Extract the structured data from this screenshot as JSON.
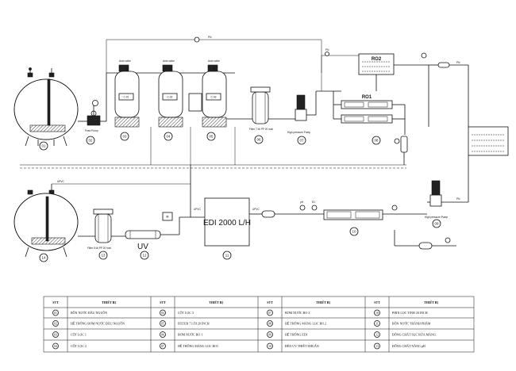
{
  "equipment_numbers": [
    "01",
    "02",
    "03",
    "04",
    "05",
    "06",
    "07",
    "08",
    "09",
    "10",
    "11",
    "12",
    "13",
    "14"
  ],
  "vessel_tags": {
    "col1": "C-01",
    "col2": "C-02",
    "col3": "C-03"
  },
  "labels": {
    "auto_valve": "Auto valve",
    "feed_pump": "Feed Pump",
    "filter_top": "Filter 7 lõi PP 20 inch",
    "filter_bottom": "Filter 5 lõi PP 20 inch",
    "hp_pump": "High pressure Pump",
    "uv": "UV",
    "edi": "EDI 2000 L/H",
    "r": "R",
    "ph": "pH",
    "ec": "EC",
    "upvc": "UPVC",
    "ro1": "RO1",
    "ro2": "RO2",
    "pn": "PN"
  },
  "table": {
    "col_stt": "STT",
    "col_device": "THIẾT BỊ",
    "rows": [
      [
        {
          "no": "01",
          "text": "BỒN NƯỚC ĐẦU NGUỒN"
        },
        {
          "no": "04",
          "text": "CỘT LỌC 3"
        },
        {
          "no": "07",
          "text": "BƠM NƯỚC RO 2"
        },
        {
          "no": "10",
          "text": "PHIN LỌC TINH 20 INCH"
        }
      ],
      [
        {
          "no": "02",
          "text": "HỆ THỐNG BƠM NƯỚC ĐẦU NGUỒN"
        },
        {
          "no": "05",
          "text": "FILTER 7 LÕI 20 INCH"
        },
        {
          "no": "08",
          "text": "HỆ THỐNG MÀNG LỌC RO 2"
        },
        {
          "no": "11",
          "text": "BỒN NƯỚC THÀNH PHẨM"
        }
      ],
      [
        {
          "no": "03",
          "text": "CỘT LỌC 1"
        },
        {
          "no": "06",
          "text": "BƠM NƯỚC RO 1"
        },
        {
          "no": "09",
          "text": "HỆ THỐNG EDI"
        },
        {
          "no": "12",
          "text": "ĐỒNG CHẤT SỤC RỬA MÀNG"
        }
      ],
      [
        {
          "no": "04",
          "text": "CỘT LỌC 2"
        },
        {
          "no": "07",
          "text": "HỆ THỐNG MÀNG LỌC RO1"
        },
        {
          "no": "10",
          "text": "ĐÈN UV THIẾT KHUẨN"
        },
        {
          "no": "13",
          "text": "ĐỒNG CHẤT NÂNG pH"
        }
      ]
    ]
  },
  "colors": {
    "line": "#111111",
    "background": "#ffffff"
  }
}
